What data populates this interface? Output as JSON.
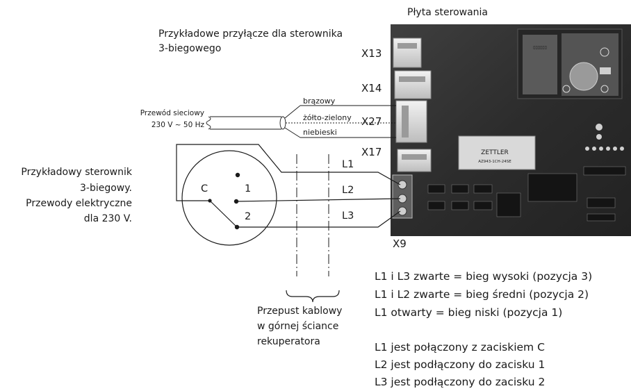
{
  "board": {
    "title": "Płyta sterowania",
    "connectors": [
      "X13",
      "X14",
      "X27",
      "X17"
    ],
    "bottom_connector": "X9"
  },
  "example_connection": {
    "line1": "Przykładowe przyłącze dla sterownika",
    "line2": "3-biegowego"
  },
  "power_cable": {
    "line1": "Przewód sieciowy",
    "line2": "230 V ~ 50 Hz"
  },
  "wires": [
    "brązowy",
    "żółto-zielony",
    "niebieski"
  ],
  "controller_description": [
    "Przykładowy sterownik",
    "3-biegowy.",
    "Przewody elektryczne",
    "dla 230 V."
  ],
  "switch_terminals": {
    "common": "C",
    "t1": "1",
    "t2": "2"
  },
  "lines": [
    "L1",
    "L2",
    "L3"
  ],
  "cable_gland": [
    "Przepust kablowy",
    "w górnej ściance",
    "rekuperatora"
  ],
  "speed_notes": [
    "L1 i L3 zwarte = bieg wysoki (pozycja 3)",
    "L1 i L2 zwarte = bieg średni (pozycja 2)",
    "L1 otwarty = bieg niski (pozycja 1)"
  ],
  "terminal_notes": [
    "L1 jest połączony z zaciskiem C",
    "L2 jest podłączony do zacisku 1",
    "L3 jest podłączony do zacisku 2"
  ],
  "label_plates": {
    "relay_brand": "ZETTLER",
    "relay_code": "AZ943-1CH-24SE"
  }
}
